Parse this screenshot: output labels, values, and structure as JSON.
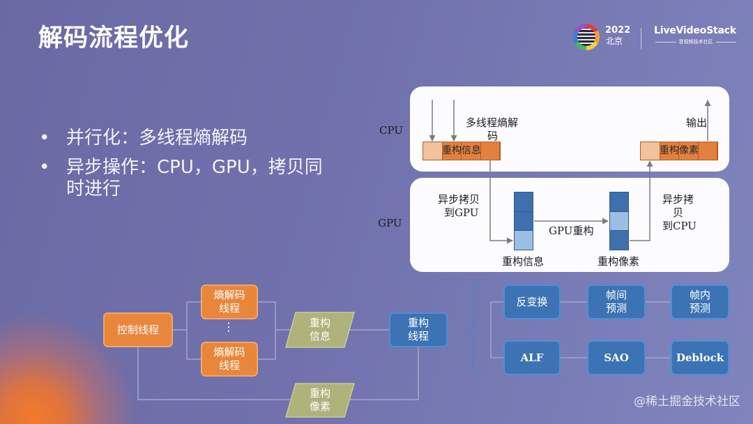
{
  "slide": {
    "title": "解码流程优化",
    "bullets": [
      {
        "marker": "•",
        "lines": [
          "并行化：多线程熵解码"
        ]
      },
      {
        "marker": "•",
        "lines": [
          "异步操作：CPU，GPU，拷贝同",
          "时进行"
        ]
      }
    ]
  },
  "logo": {
    "icon": "conference-emblem-icon",
    "year": "2022",
    "city": "北京",
    "brand": "LiveVideoStack",
    "brand_tagline": "音视频技术社区"
  },
  "pipeline": {
    "cpu_label": "CPU",
    "gpu_label": "GPU",
    "entropy_note": [
      "多线程熵解",
      "码"
    ],
    "output_note": "输出",
    "cpu_info_bar": "重构信息",
    "cpu_pixel_bar": "重构像素",
    "copy_to_gpu_note": [
      "异步拷贝",
      "到GPU"
    ],
    "gpu_reconstruct_note": "GPU重构",
    "copy_to_cpu_note": [
      "异步拷",
      "贝",
      "到CPU"
    ],
    "gpu_info_caption": "重构信息",
    "gpu_pixel_caption": "重构像素"
  },
  "threads": {
    "control_thread": "控制线程",
    "entropy_threads": [
      [
        "熵解码",
        "线程"
      ],
      [
        "熵解码",
        "线程"
      ]
    ],
    "more_threads": "⋮",
    "recon_info": [
      "重构",
      "信息"
    ],
    "recon_pixels": [
      "重构",
      "像素"
    ],
    "recon_thread": [
      "重构",
      "线程"
    ],
    "stages": [
      [
        [
          "反变换"
        ],
        [
          "帧间",
          "预测"
        ],
        [
          "帧内",
          "预测"
        ]
      ],
      [
        [
          "ALF"
        ],
        [
          "SAO"
        ],
        [
          "Deblock"
        ]
      ]
    ]
  },
  "watermark": "@稀土掘金技术社区",
  "colors": {
    "background": "#7173ad",
    "accent_orange": "#e8863b",
    "accent_blue": "#3b73b4",
    "data_olive": "#afb27b",
    "panel": "#fcfcfe"
  }
}
